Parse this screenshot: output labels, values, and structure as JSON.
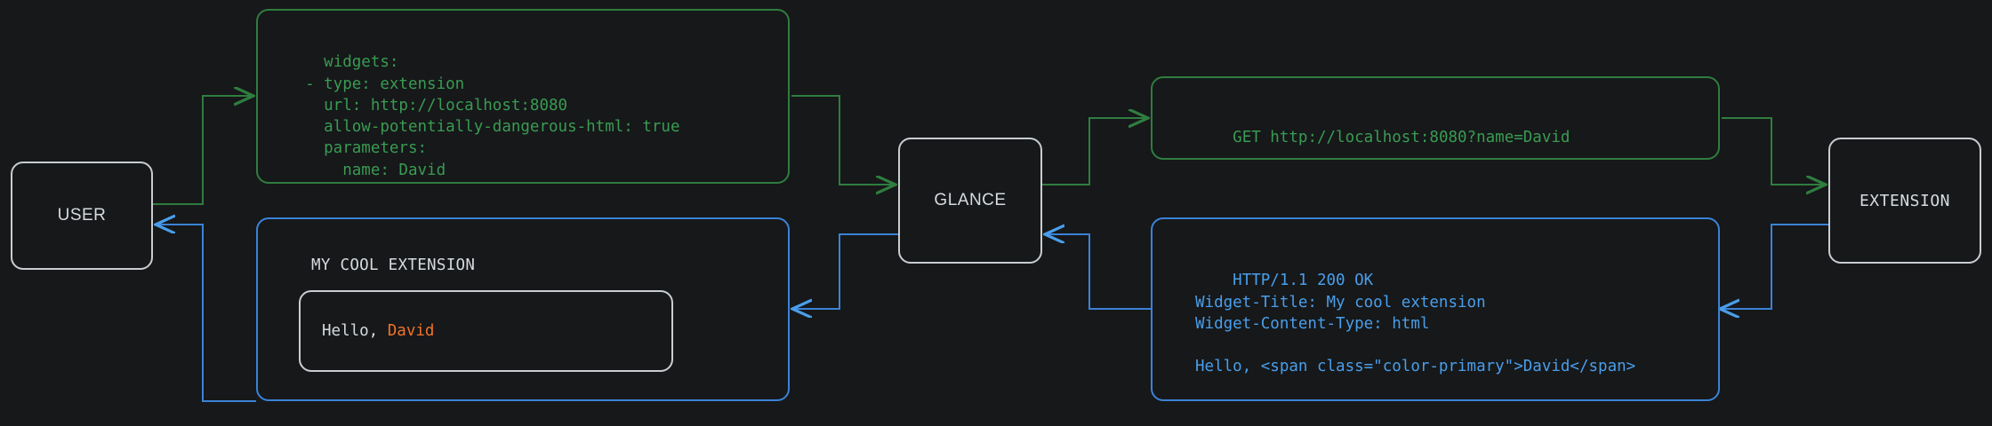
{
  "diagram": {
    "title": "glance extension request flow",
    "background": "#16181a",
    "colors": {
      "request_green": "#3a9b52",
      "request_green_border": "#2f7d3f",
      "response_blue": "#4a9eea",
      "response_blue_border": "#3b82d6",
      "node_border": "#c9cdd1",
      "node_text": "#d7dbdf",
      "accent_orange": "#f0732a"
    }
  },
  "nodes": {
    "user": {
      "label": "USER"
    },
    "glance": {
      "label": "GLANCE"
    },
    "extension": {
      "label": "EXTENSION"
    }
  },
  "yaml_box": {
    "lines": [
      "widgets:",
      "  - type: extension",
      "    url: http://localhost:8080",
      "    allow-potentially-dangerous-html: true",
      "    parameters:",
      "      name: David"
    ]
  },
  "request_box": {
    "lines": [
      "GET http://localhost:8080?name=David"
    ]
  },
  "response_box": {
    "lines": [
      "HTTP/1.1 200 OK",
      "Widget-Title: My cool extension",
      "Widget-Content-Type: html",
      "",
      "Hello, <span class=\"color-primary\">David</span>"
    ]
  },
  "widget_preview": {
    "title": "MY COOL EXTENSION",
    "body_prefix": "Hello, ",
    "body_accent": "David"
  }
}
